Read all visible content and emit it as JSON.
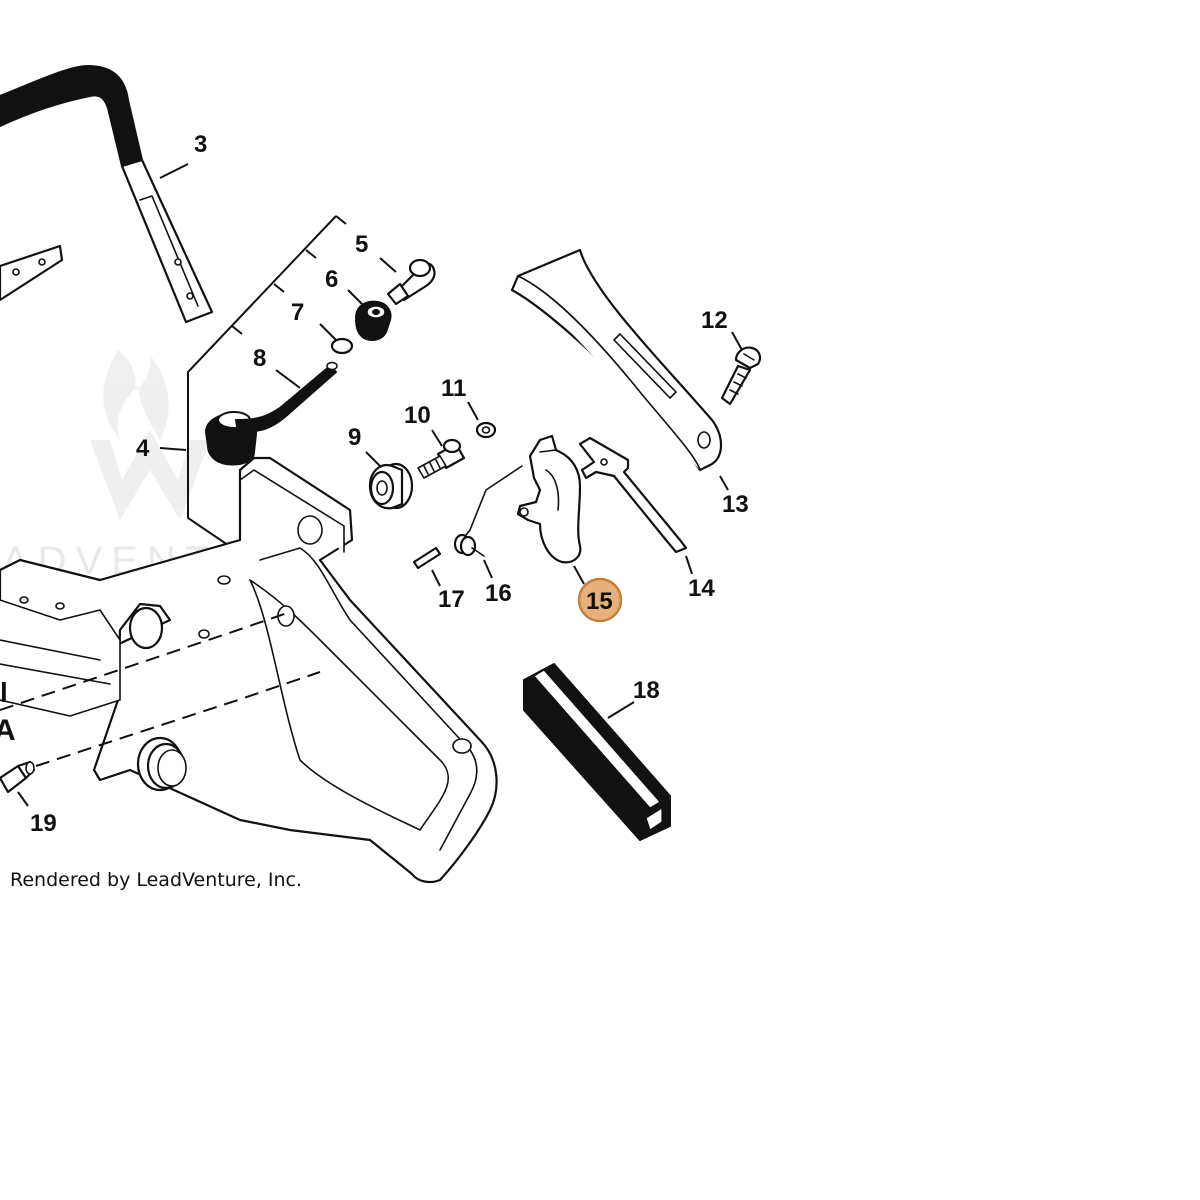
{
  "diagram": {
    "callouts": [
      "3",
      "4",
      "5",
      "6",
      "7",
      "8",
      "9",
      "10",
      "11",
      "12",
      "13",
      "14",
      "15",
      "16",
      "17",
      "18",
      "19"
    ],
    "highlighted": "15",
    "edge_letter": "A",
    "credit": "Rendered by LeadVenture, Inc.",
    "watermark": "ADVENTURE",
    "highlight_fill": "#e6b07a",
    "highlight_stroke": "#c47f3c"
  }
}
